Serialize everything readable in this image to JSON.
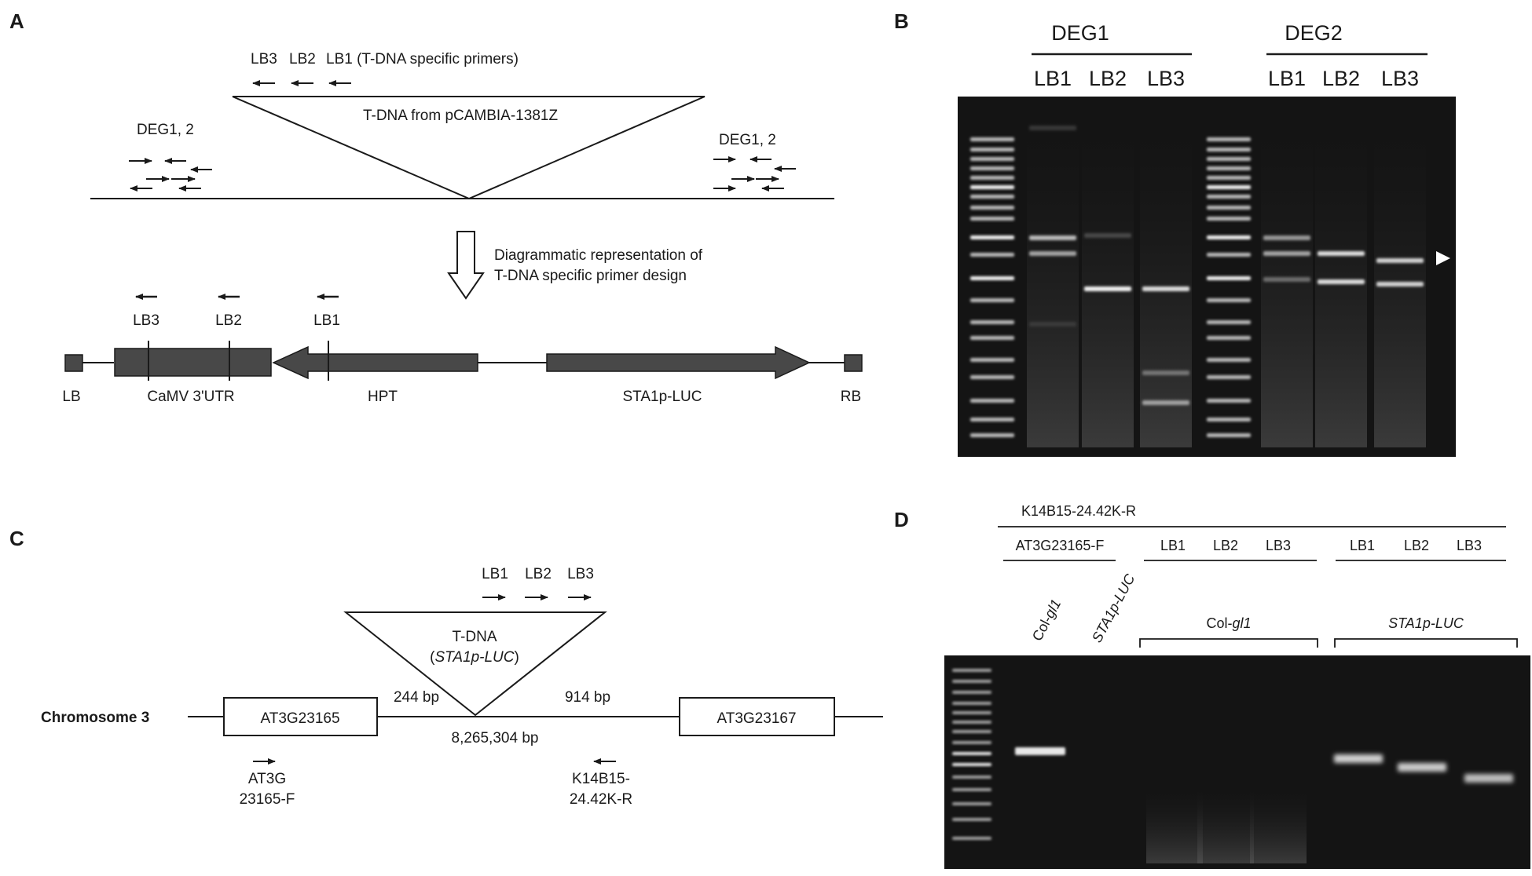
{
  "panels": {
    "a": {
      "letter": "A"
    },
    "b": {
      "letter": "B"
    },
    "c": {
      "letter": "C"
    },
    "d": {
      "letter": "D"
    }
  },
  "panel_a": {
    "primers_top": {
      "lb3": "LB3",
      "lb2": "LB2",
      "lb1": "LB1 (T-DNA specific primers)"
    },
    "tdna_label": "T-DNA from pCAMBIA-1381Z",
    "deg_left": "DEG1,  2",
    "deg_right": "DEG1,  2",
    "caption_line1": "Diagrammatic representation  of",
    "caption_line2": "T-DNA specific primer design",
    "map_primers": {
      "lb3": "LB3",
      "lb2": "LB2",
      "lb1": "LB1"
    },
    "map_labels": {
      "lb": "LB",
      "camv": "CaMV  3'UTR",
      "hpt": "HPT",
      "luc": "STA1p-LUC",
      "rb": "RB"
    }
  },
  "panel_b": {
    "groups": [
      "DEG1",
      "DEG2"
    ],
    "lanes": [
      "LB1",
      "LB2",
      "LB3",
      "LB1",
      "LB2",
      "LB3"
    ]
  },
  "panel_c": {
    "primers": {
      "lb1": "LB1",
      "lb2": "LB2",
      "lb3": "LB3"
    },
    "tdna_line1": "T-DNA",
    "tdna_line2": "STA1p-LUC",
    "chromosome": "Chromosome  3",
    "gene_left": "AT3G23165",
    "gene_right": "AT3G23167",
    "dist_left": "244  bp",
    "dist_right": "914  bp",
    "position": "8,265,304  bp",
    "primer_f_line1": "AT3G",
    "primer_f_line2": "23165-F",
    "primer_r_line1": "K14B15-",
    "primer_r_line2": "24.42K-R"
  },
  "panel_d": {
    "top_primer": "K14B15-24.42K-R",
    "forward_primer": "AT3G23165-F",
    "lanes_group1": [
      "LB1",
      "LB2",
      "LB3"
    ],
    "lanes_group2": [
      "LB1",
      "LB2",
      "LB3"
    ],
    "sample_col": "Col-gl1",
    "sample_sta": "STA1p-LUC",
    "bracket_col": "Col-gl1",
    "bracket_sta": "STA1p-LUC"
  }
}
